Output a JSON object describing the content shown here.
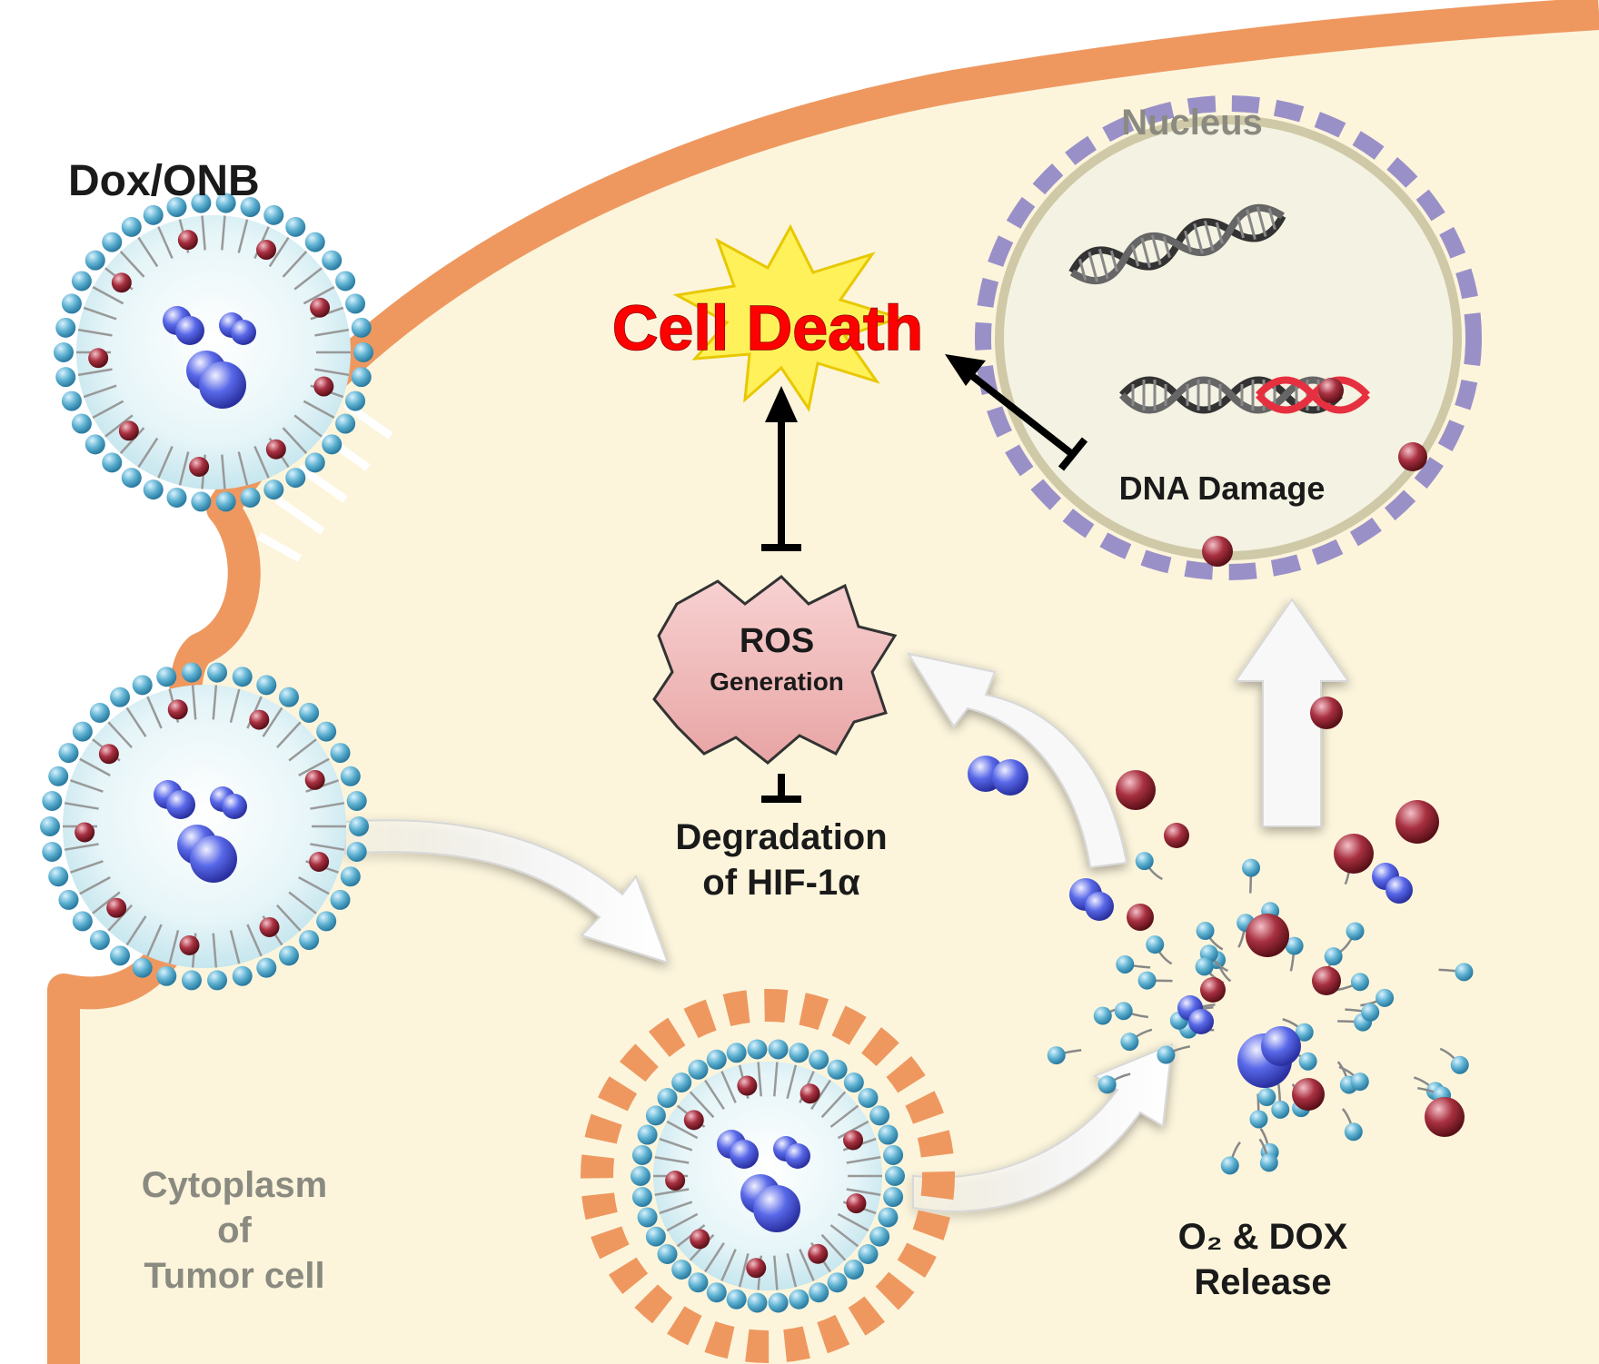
{
  "labels": {
    "nanoparticle": "Dox/ONB",
    "nucleus": "Nucleus",
    "cell_death": "Cell Death",
    "dna_damage": "DNA Damage",
    "ros_line1": "ROS",
    "ros_line2": "Generation",
    "hif_line1": "Degradation",
    "hif_line2": "of HIF-1α",
    "release_line1": "O₂ & DOX",
    "release_line2": "Release",
    "cytoplasm_line1": "Cytoplasm",
    "cytoplasm_line2": "of",
    "cytoplasm_line3": "Tumor cell"
  },
  "colors": {
    "cytoplasm": "#fcf5dc",
    "membrane": "#ee9860",
    "nucleus_border": "#9a90c8",
    "nucleus_fill": "#f4f2e2",
    "lipid_head": "#58aac8",
    "dox": "#a83040",
    "oxygen": "#4a58e0",
    "death_text": "#ff0000",
    "ros_fill": "#f0b8b8"
  }
}
